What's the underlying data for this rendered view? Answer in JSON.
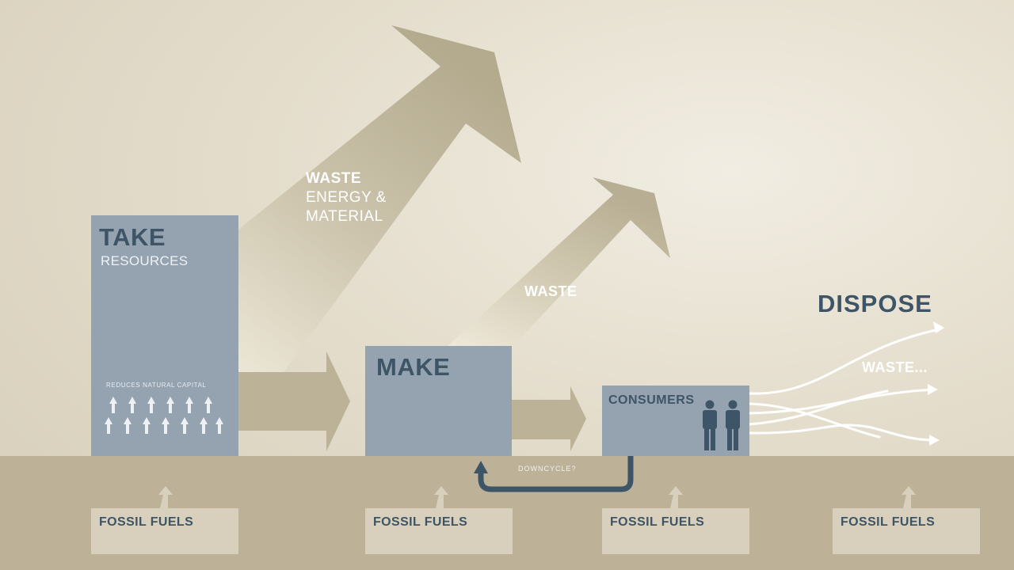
{
  "stages": {
    "take": {
      "title": "TAKE",
      "subtitle": "RESOURCES",
      "note": "REDUCES NATURAL CAPITAL"
    },
    "make": {
      "title": "MAKE"
    },
    "consumers": {
      "title": "CONSUMERS"
    },
    "dispose": {
      "title": "DISPOSE",
      "waste": "WASTE..."
    }
  },
  "flows": {
    "waste_energy_material": {
      "line1": "WASTE",
      "line2": "ENERGY &",
      "line3": "MATERIAL"
    },
    "waste": "WASTE",
    "downcycle": "DOWNCYCLE?"
  },
  "fossil_fuels": [
    "FOSSIL FUELS",
    "FOSSIL FUELS",
    "FOSSIL FUELS",
    "FOSSIL FUELS"
  ],
  "colors": {
    "box": "#95a3b1",
    "title_text": "#3e5567",
    "arrow": "#b9b095",
    "ground": "#bdb298",
    "fuel_box": "#d8d0bc"
  }
}
